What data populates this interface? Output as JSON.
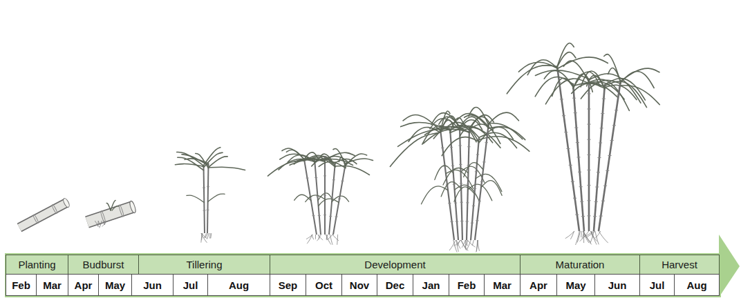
{
  "diagram": {
    "nodes": [
      {
        "text": [
          "Planting"
        ]
      },
      {
        "text": [
          "Budburst"
        ]
      },
      {
        "text": [
          "Tillering"
        ]
      },
      {
        "text": [
          "Development"
        ]
      },
      {
        "text": [
          "Maturation"
        ]
      },
      {
        "text": [
          "Harvest"
        ]
      }
    ],
    "labels": [
      "Feb",
      "Mar",
      "Apr",
      "May",
      "Jun",
      "Jul",
      "Aug",
      "Sep",
      "Oct",
      "Nov",
      "Dec",
      "Jan",
      "Feb",
      "Mar",
      "Apr",
      "May",
      "Jun",
      "Jul",
      "Aug"
    ]
  }
}
